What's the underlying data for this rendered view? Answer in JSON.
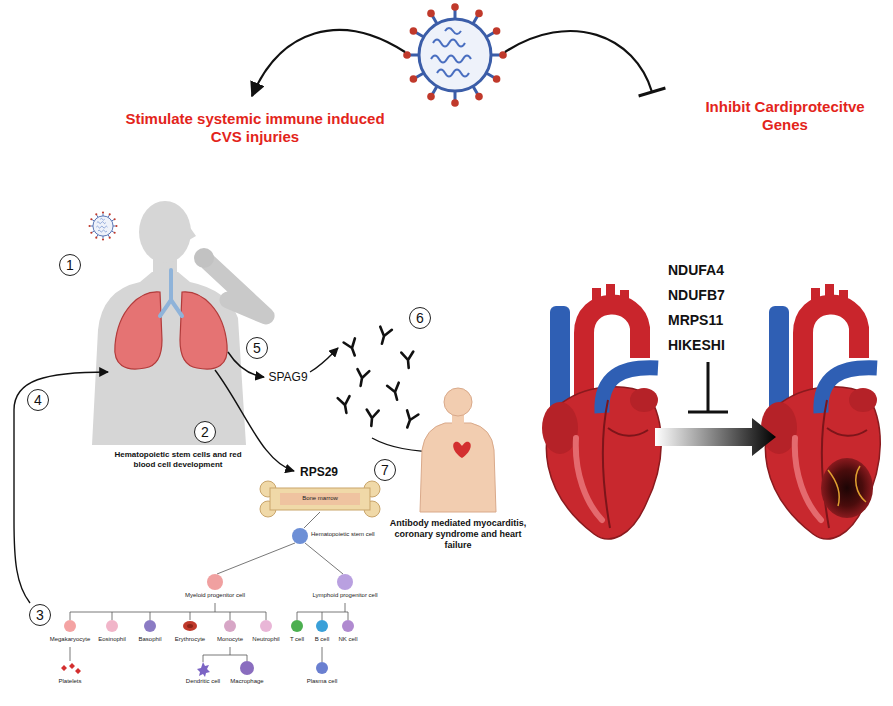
{
  "diagram": {
    "nodes": [
      {
        "text": [
          "1"
        ]
      },
      {
        "text": [
          "2"
        ]
      },
      {
        "text": [
          "3"
        ]
      },
      {
        "text": [
          "4"
        ]
      },
      {
        "text": [
          "5"
        ]
      },
      {
        "text": [
          "6"
        ]
      },
      {
        "text": [
          "7"
        ]
      }
    ],
    "labels": [
      "Stimulate systemic immune induced CVS injuries",
      "Inhibit Cardiprotecitve Genes",
      "NDUFA4",
      "NDUFB7",
      "MRPS11",
      "HIKESHI",
      "SPAG9",
      "RPS29",
      "Hematopoietic stem cells and red blood cell development",
      "Antibody mediated myocarditis, coronary syndrome and heart failure",
      "Bone marrow",
      "Hematopoietic stem cell",
      "Myeloid progenitor cell",
      "Lymphoid progenitor cell",
      "Megakaryocyte",
      "Eosinophil",
      "Basophil",
      "Erythrocyte",
      "Monocyte",
      "Neutrophil",
      "T cell",
      "B cell",
      "NK cell",
      "Platelets",
      "Dendritic cell",
      "Macrophage",
      "Plasma cell"
    ]
  }
}
